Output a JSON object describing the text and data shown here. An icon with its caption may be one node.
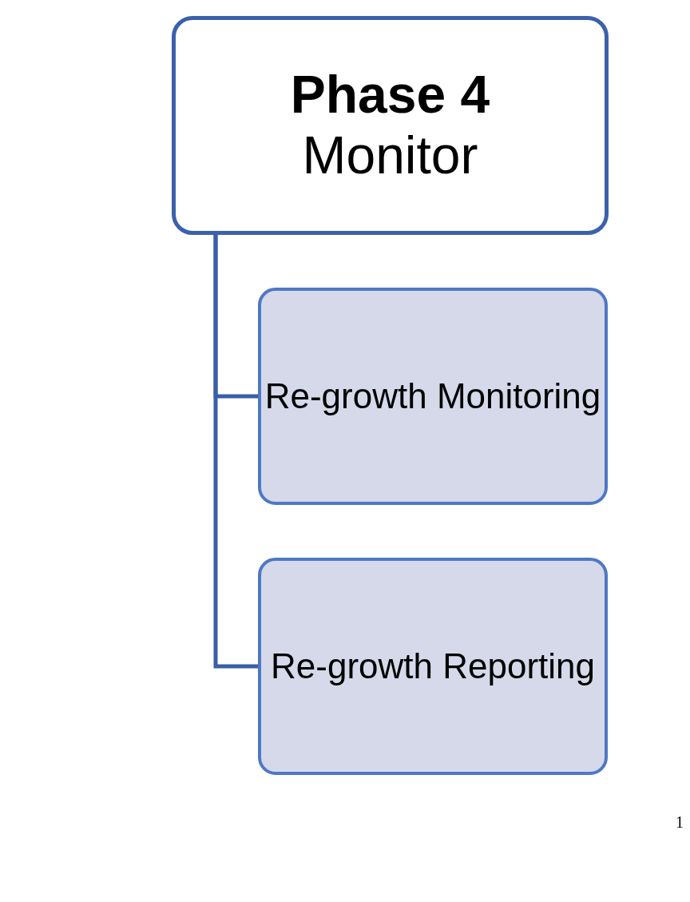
{
  "diagram": {
    "nodes": [
      {
        "text": [
          "Phase 4",
          "Monitor"
        ]
      },
      {
        "text": [
          "Re-growth Monitoring"
        ]
      },
      {
        "text": [
          "Re-growth Reporting"
        ]
      }
    ],
    "edges": [
      {
        "from": 0,
        "to": 1,
        "arrow": "none"
      },
      {
        "from": 0,
        "to": 2,
        "arrow": "none"
      }
    ],
    "labels": [
      "1"
    ]
  }
}
